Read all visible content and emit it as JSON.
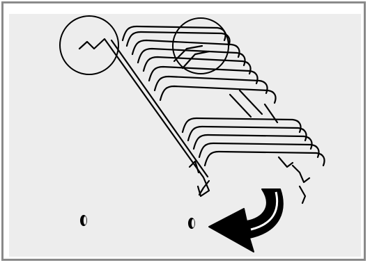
{
  "figure": {
    "background_color": "#ededed",
    "frame_color": "#8a8a8a",
    "line_color": "#000000",
    "callouts": [
      "hook-detail",
      "upper-rail-detail"
    ],
    "arrow": "curved-arrow-left-down",
    "hook_holes": 2
  }
}
